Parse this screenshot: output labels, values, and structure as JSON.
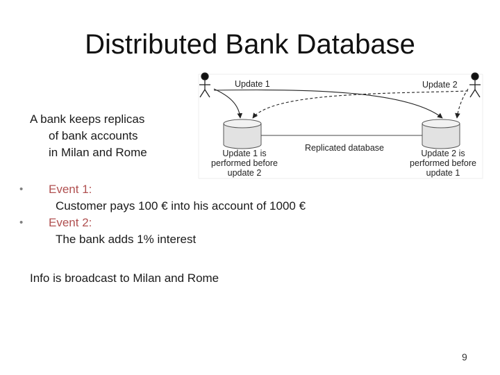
{
  "title": "Distributed Bank Database",
  "intro": {
    "line1": "A bank keeps replicas",
    "line2": "of bank accounts",
    "line3": "in Milan and Rome"
  },
  "events": [
    {
      "bullet": "•",
      "label": "Event 1:",
      "detail": "Customer pays 100 € into his account of 1000 €"
    },
    {
      "bullet": "•",
      "label": "Event 2:",
      "detail": "The bank adds 1% interest"
    }
  ],
  "footer_text": "Info is broadcast to Milan and Rome",
  "page_number": "9",
  "diagram": {
    "update1_label": "Update 1",
    "update2_label": "Update 2",
    "replicated_label": "Replicated database",
    "left_db_caption": [
      "Update 1 is",
      "performed before",
      "update 2"
    ],
    "right_db_caption": [
      "Update 2 is",
      "performed before",
      "update 1"
    ]
  }
}
